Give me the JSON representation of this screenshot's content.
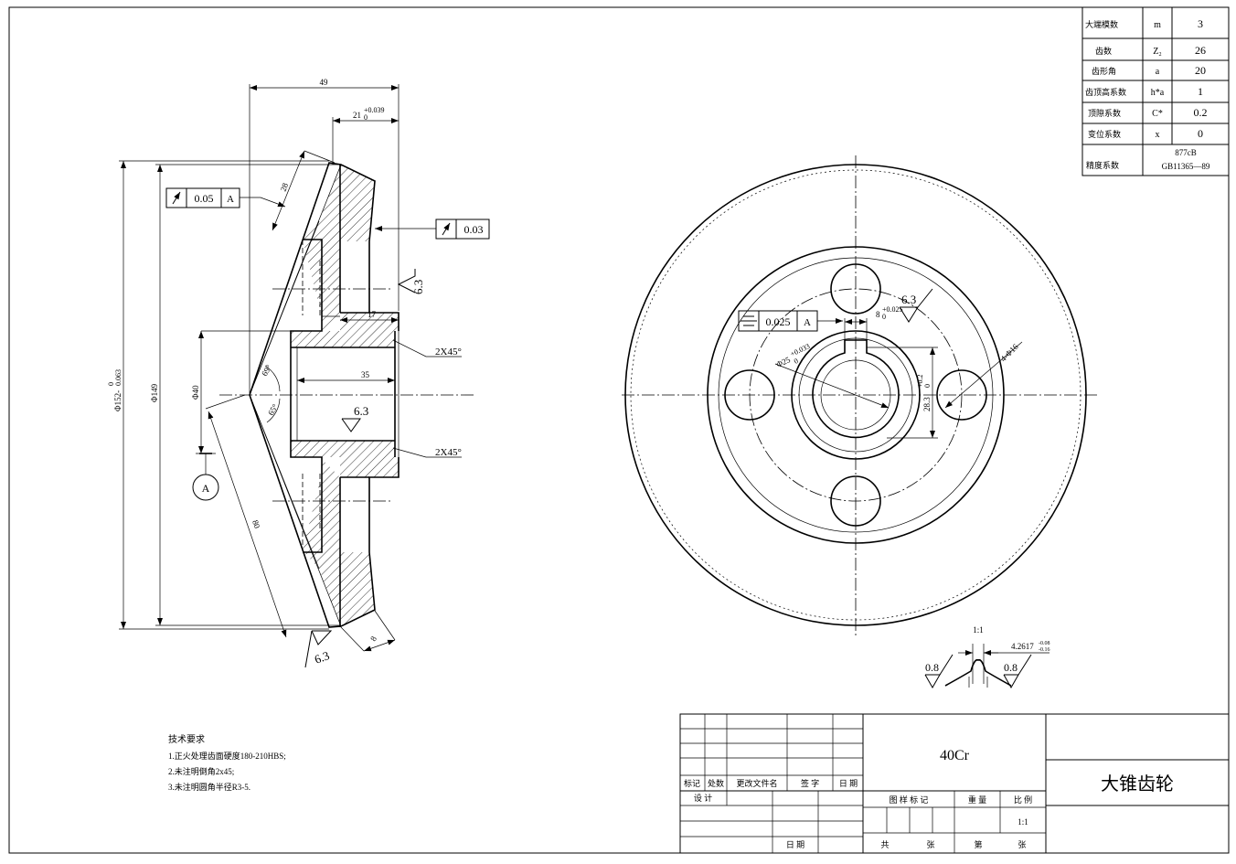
{
  "params": [
    {
      "label": "大端模数",
      "symbol": "m",
      "value": "3"
    },
    {
      "label": "齿数",
      "symbol": "Z₂",
      "value": "26"
    },
    {
      "label": "齿形角",
      "symbol": "a",
      "value": "20"
    },
    {
      "label": "齿顶高系数",
      "symbol": "h*a",
      "value": "1"
    },
    {
      "label": "顶隙系数",
      "symbol": "C*",
      "value": "0.2"
    },
    {
      "label": "变位系数",
      "symbol": "x",
      "value": "0"
    },
    {
      "label": "精度系数",
      "value_line1": "877cB",
      "value_line2": "GB11365—89"
    }
  ],
  "left_view": {
    "dim_49": "49",
    "dim_21": "21",
    "dim_21_tol": "+0.039",
    "dim_21_tol_low": "0",
    "dim_28": "28",
    "dim_17": "17",
    "dim_35": "35",
    "dim_phi40": "Φ40",
    "dim_phi149": "Φ149",
    "dim_phi152": "Φ152-",
    "dim_phi152_tol": "0",
    "dim_phi152_tol_low": "0.063",
    "angle_69": "69°",
    "angle_65": "65°",
    "dim_80": "80",
    "dim_8": "8",
    "chamfer_top": "2X45°",
    "chamfer_bottom": "2X45°",
    "rough_bore": "6.3",
    "rough_face": "6.3",
    "rough_bottom": "6.3",
    "runout_left_value": "0.05",
    "runout_left_datum": "A",
    "runout_right_value": "0.03",
    "datum_label": "A"
  },
  "right_view": {
    "sym_value": "0.025",
    "sym_datum": "A",
    "keyway_width": "8",
    "keyway_tol": "+0.025",
    "keyway_tol_low": "0",
    "rough_keyway": "6.3",
    "bore_dim": "Φ25",
    "bore_tol": "+0.033",
    "bore_tol_low": "0",
    "key_depth": "28.3",
    "key_depth_tol": "+0.2",
    "key_depth_tol_low": "0",
    "holes": "4-Φ16"
  },
  "detail": {
    "scale": "1:1",
    "dim_value": "4.2617",
    "dim_tol": "-0.08",
    "dim_tol_low": "-0.16",
    "rough_left": "0.8",
    "rough_right": "0.8"
  },
  "notes": {
    "title": "技术要求",
    "items": [
      "1.正火处理齿面硬度180-210HBS;",
      "2.未注明倒角2x45;",
      "3.未注明圆角半径R3-5."
    ]
  },
  "title_block": {
    "rev_headers": [
      "标记",
      "处数",
      "更改文件名",
      "签 字",
      "日 期"
    ],
    "design": "设 计",
    "date": "日 期",
    "material": "40Cr",
    "part_name": "大锥齿轮",
    "mark_header": "图 样 标 记",
    "weight_header": "重 量",
    "scale_header": "比 例",
    "scale_value": "1:1",
    "total": "共",
    "sheets": "张",
    "sheet_no": "第",
    "sheet_suffix": "张"
  }
}
